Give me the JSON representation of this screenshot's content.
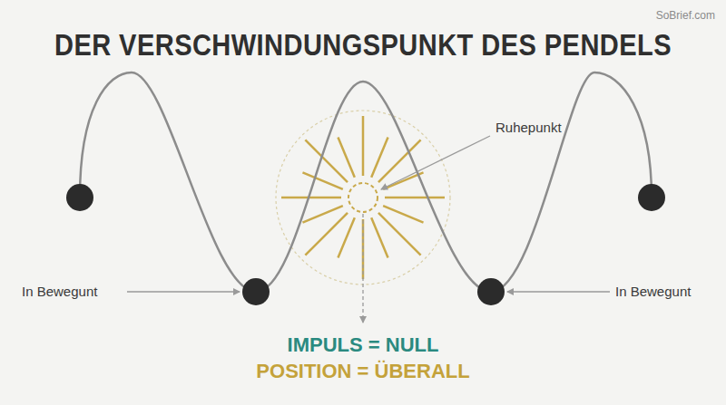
{
  "diagram": {
    "title": "DER VERSCHWINDUNGSPUNKT DES PENDELS",
    "labels": [
      "SoBrief.com",
      "Ruhepunkt",
      "In Bewegunt",
      "In Bewegunt",
      "IMPULS = NULL",
      "POSITION = ÜBERALL"
    ]
  }
}
